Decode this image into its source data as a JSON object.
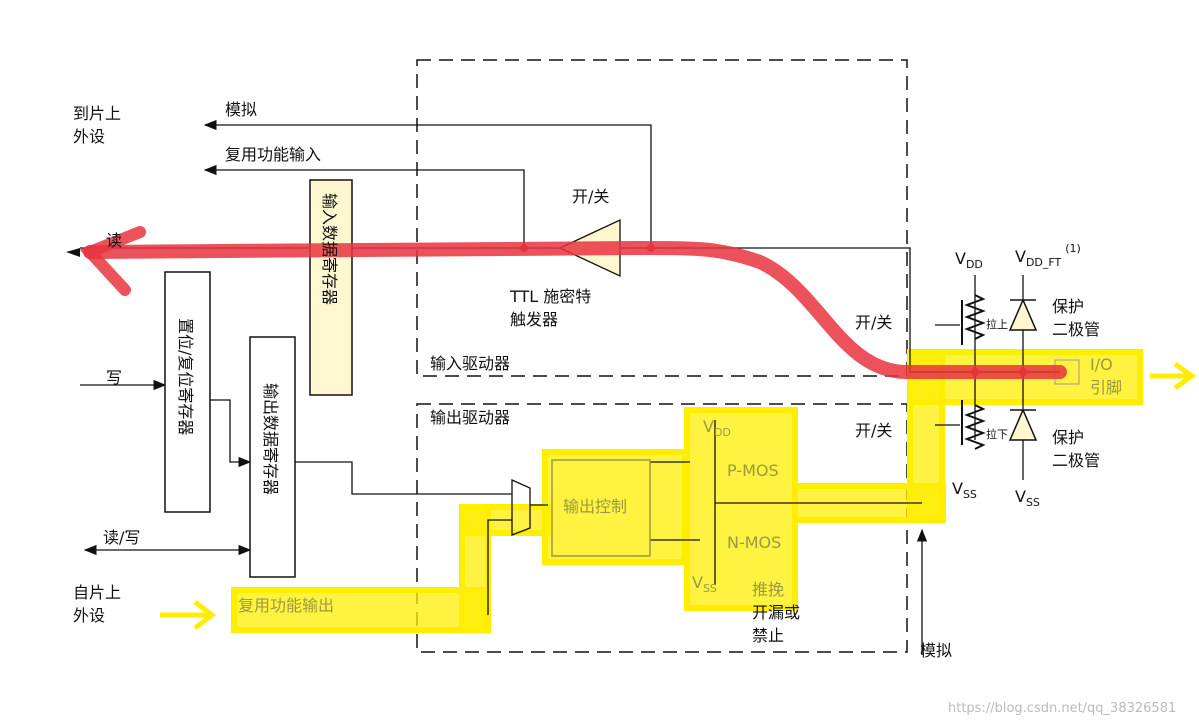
{
  "colors": {
    "read_path": "#e8343f",
    "write_path": "#ffee00",
    "cream": "#fff7d0"
  },
  "labels": {
    "to_peripheral_1": "到片上",
    "to_peripheral_2": "外设",
    "analog_top": "模拟",
    "alt_input": "复用功能输入",
    "onoff_schmitt": "开/关",
    "read": "读",
    "input_data_register": "输入数据寄存器",
    "ttl_1": "TTL 施密特",
    "ttl_2": "触发器",
    "input_driver": "输入驱动器",
    "onoff_pullup": "开/关",
    "onoff_pulldown": "开/关",
    "vdd": "V",
    "vdd_sub": "DD",
    "vdd_ft": "V",
    "vdd_ft_sub": "DD_FT",
    "vdd_ft_note": "(1)",
    "pull_up": "拉上",
    "pull_down": "拉下",
    "protect_diode_1a": "保护",
    "protect_diode_1b": "二极管",
    "protect_diode_2a": "保护",
    "protect_diode_2b": "二极管",
    "io_1": "I/O",
    "io_2": "引脚",
    "bsrr": "置位/复位寄存器",
    "write": "写",
    "output_data_register": "输出数据寄存器",
    "output_driver": "输出驱动器",
    "output_control": "输出控制",
    "pmos": "P-MOS",
    "nmos": "N-MOS",
    "mos_vdd": "V",
    "mos_vdd_sub": "DD",
    "mos_vss": "V",
    "mos_vss_sub": "SS",
    "mode_1": "推挽",
    "mode_2": "开漏或",
    "mode_3": "禁止",
    "read_write": "读/写",
    "from_peripheral_1": "自片上",
    "from_peripheral_2": "外设",
    "alt_output": "复用功能输出",
    "analog_bottom": "模拟",
    "vss_1": "V",
    "vss_1_sub": "SS",
    "vss_2": "V",
    "vss_2_sub": "SS",
    "watermark": "https://blog.csdn.net/qq_38326581"
  }
}
